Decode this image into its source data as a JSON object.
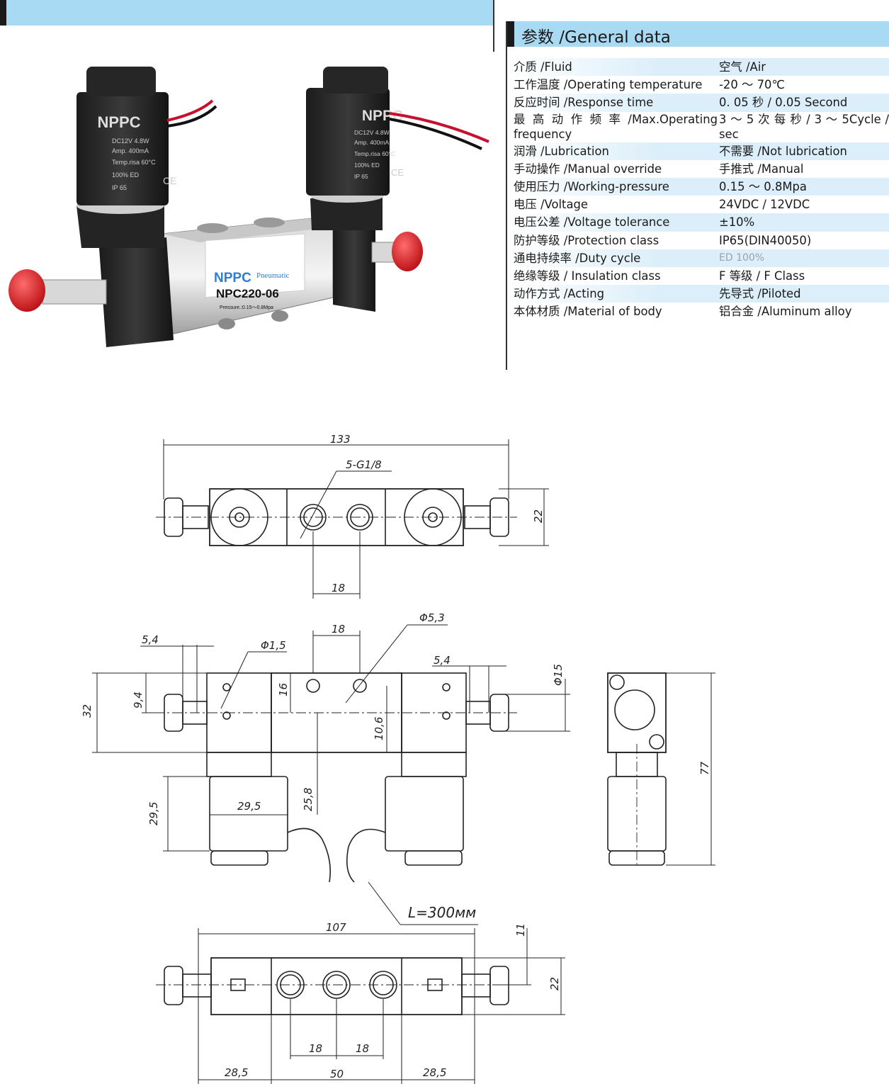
{
  "header": {
    "general_title": "参数 /General data"
  },
  "general_data": [
    {
      "key": "介质 /Fluid",
      "value": "空气 /Air"
    },
    {
      "key": "工作温度 /Operating temperature",
      "value": "-20 ～ 70℃"
    },
    {
      "key": "反应时间 /Response time",
      "value": "0. 05 秒 / 0.05 Second"
    },
    {
      "key": "最 高 动 作 频 率 /Max.Operating frequency",
      "value": "3 ～ 5 次 每 秒 / 3 ～ 5Cycle / sec"
    },
    {
      "key": "润滑 /Lubrication",
      "value": "不需要 /Not lubrication"
    },
    {
      "key": "手动操作 /Manual override",
      "value": "手推式 /Manual"
    },
    {
      "key": "使用压力 /Working-pressure",
      "value": "0.15 ～ 0.8Mpa"
    },
    {
      "key": "电压 /Voltage",
      "value": "24VDC / 12VDC"
    },
    {
      "key": "电压公差 /Voltage tolerance",
      "value": "±10%"
    },
    {
      "key": "防护等级 /Protection class",
      "value": "IP65(DIN40050)"
    },
    {
      "key": "通电持续率 /Duty cycle",
      "value": "ED 100%"
    },
    {
      "key": "绝缘等级 / Insulation class",
      "value": "F 等级 / F Class"
    },
    {
      "key": "动作方式 /Acting",
      "value": "先导式 /Piloted"
    },
    {
      "key": "本体材质 /Material of body",
      "value": "铝合金 /Aluminum alloy"
    }
  ],
  "product": {
    "brand": "NPPC",
    "brand_sub": "Pneumatic",
    "model": "NPC220-06",
    "pressure": "Pressure.:0.15～0.8Mpa",
    "coil_lines": [
      "DC12V   4.8W",
      "Amp. 400mA",
      "Temp.risa   60°C",
      "100% ED",
      "IP 65"
    ],
    "ce": "CE"
  },
  "dimensions": {
    "top_width": "133",
    "port": "5-G1/8",
    "top_height": "22",
    "top_pitch": "18",
    "pitch_18": "18",
    "dia_53": "Φ5,3",
    "dia_15_small": "Φ1,5",
    "offset_54_left": "5,4",
    "offset_54_right": "5,4",
    "dia_15": "Φ15",
    "height_32": "32",
    "height_94": "9,4",
    "height_16": "16",
    "height_106": "10,6",
    "height_258": "25,8",
    "height_295_v": "29,5",
    "width_295": "29,5",
    "height_77": "77",
    "cable": "L=300мм",
    "bottom_width": "107",
    "bottom_11": "11",
    "bottom_22": "22",
    "bottom_18a": "18",
    "bottom_18b": "18",
    "bottom_285a": "28,5",
    "bottom_50": "50",
    "bottom_285b": "28,5"
  }
}
